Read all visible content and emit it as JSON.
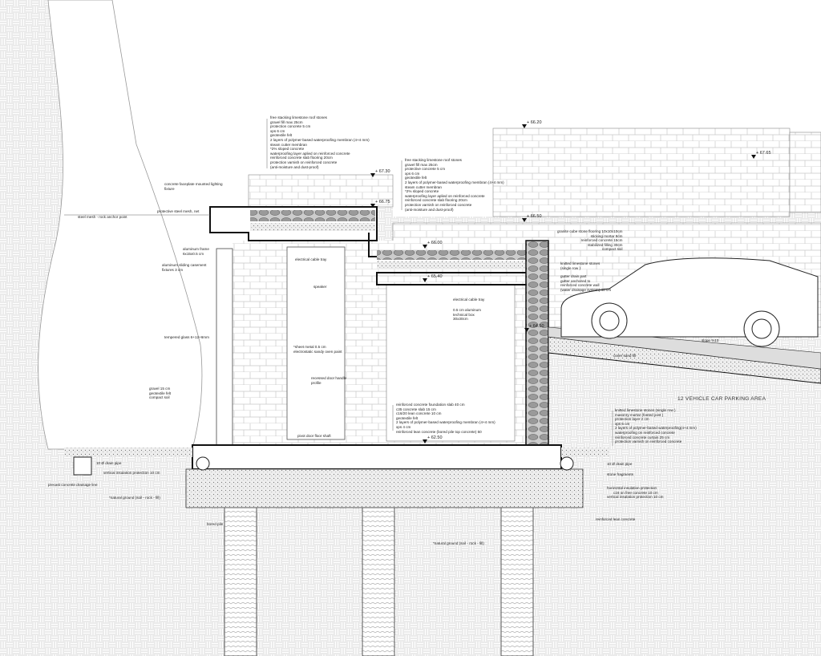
{
  "levels": {
    "l6730": "+ 67.30",
    "l6675": "+ 66.75",
    "l6620": "+ 66.20",
    "l6765": "+ 67.65",
    "l6650": "+ 66.50",
    "l6600": "+ 66.00",
    "l6540": "+ 65.40",
    "l6450": "+ 64.50",
    "l6250": "+ 62.50"
  },
  "roof1": [
    "free stacking limestone roof stones",
    "gravel fill max 25cm",
    "protection concrete 5 cm",
    "xps 6 cm",
    "geotextile felt",
    "2 layers of polymer-based waterproofing membran (4+4 mm)",
    "steam cutter membran",
    "*2% sloped concrete",
    "waterproofing layer aplied on reinforced concrete",
    "reinforced concrete slab flooring 20cm",
    "protection varnish on reinforced concrete",
    "(anti-moisture and dust-proof)"
  ],
  "roof2": [
    "free stacking limestone roof stones",
    "gravel fill max 25cm",
    "protective concrete 5 cm",
    "xps 6 cm",
    "geotextile felt",
    "2 layers of polymer-based waterproofing membran (4+4 mm)",
    "steam cutter membran",
    "*2% sloped concrete",
    "waterproofing layer aplied on reinforced concrete",
    "reinforced concrete slab flooring 20cm",
    "protection varnish on reinforced concrete",
    "(anti-moisture and dust-proof)"
  ],
  "granite": [
    "granite cube stone flooring 10x10x10cm",
    "sticking mortar 8cm",
    "reinforced concrete 15cm",
    "stabilized filling 30cm",
    "compact soil"
  ],
  "knitted": [
    "knitted limestone stones",
    "(single row )"
  ],
  "gutter": [
    "gutter drain part",
    "gutter anchored to",
    "reinforced concrete wall",
    "(water drainage system) 40 cm"
  ],
  "foundation": [
    "reinforced concrete foundation slab 40 cm",
    "c35 concrete slab 15 cm",
    "c16/20 lean concrete 10 cm",
    "geotextile felt",
    "2 layers of polymer-based waterproofing membran (4+4 mm)",
    "xps 4 cm",
    "reinforced lean concrete (bored pile top concrete) 50"
  ],
  "wall": [
    "knitted limestone stones (single row )",
    "masonry mortar (fonted joint )",
    "protection layer 2 cm",
    "xps 6 cm",
    "2 layers of polymer-based waterproofing(4+4 mm)",
    "waterproofing on reinforced concrete",
    "reinforced concrete curtain 25 cm",
    "protection varnish on reinforced concrete"
  ],
  "insulation": [
    "horizontal insulation protection",
    "c16 on free concrete 10 cm",
    "vertical insulation protection 10 cm"
  ],
  "notes": {
    "lighting": [
      "concrete faceplate mounted lighting",
      "fixture"
    ],
    "mesh": "protective steel mesh, net",
    "anchor": "steel mesh - rock anchor point",
    "frame": [
      "aluminum frame",
      "6x15x0.5 cm"
    ],
    "casement": [
      "aluminum sliding casement",
      "fixtures 3 cm"
    ],
    "glass": "tempered glass 6+12+6mm",
    "tray1": "electrical cable tray",
    "speaker": "speaker",
    "tray2": "electrical cable tray",
    "techbox": [
      "0.5 cm aluminum",
      "technical box",
      "30x30cm"
    ],
    "sheet": [
      "*sheet metal 0.5 cm",
      "electrostatic sandy oven paint"
    ],
    "handle": [
      "recessed door handle",
      "profile"
    ],
    "pivot": "pivot door floor shaft",
    "gravel": [
      "gravel 15 cm",
      "geotextile felt",
      "compact soil"
    ],
    "drain1": "10 Ø drain pipe",
    "vins": "vertical insulation protection 10 cm",
    "precast": "precast concrete drainage line",
    "ground1": "*natural ground (soil - rock - fill)",
    "pile": "bored pile",
    "ground2": "*natural ground (soil - rock - fill)",
    "slope": "slope %10",
    "sand": "cover sand fill",
    "parking": "12 VEHICLE CAR PARKING AREA",
    "drain2": "10 Ø drain pipe",
    "fragments": "stone fragments",
    "lean": "reinforced lean concrete"
  }
}
